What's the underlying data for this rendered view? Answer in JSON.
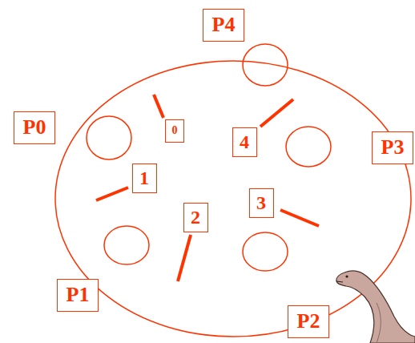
{
  "diagram": {
    "nodes": [
      {
        "text": [
          "P4"
        ]
      },
      {
        "text": [
          "P0"
        ]
      },
      {
        "text": [
          "0"
        ]
      },
      {
        "text": [
          "4"
        ]
      },
      {
        "text": [
          "P3"
        ]
      },
      {
        "text": [
          "1"
        ]
      },
      {
        "text": [
          "3"
        ]
      },
      {
        "text": [
          "2"
        ]
      },
      {
        "text": [
          "P1"
        ]
      },
      {
        "text": [
          "P2"
        ]
      }
    ]
  }
}
